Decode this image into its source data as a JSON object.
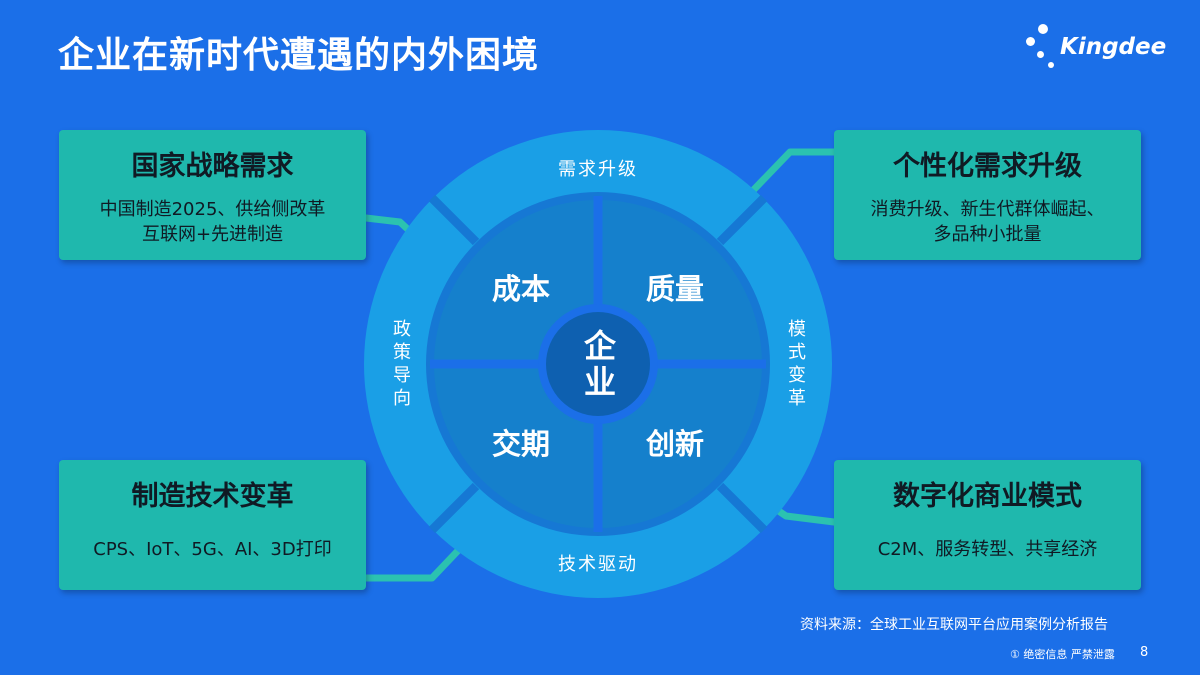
{
  "title": "企业在新时代遭遇的内外困境",
  "brand": {
    "name": "Kingdee"
  },
  "colors": {
    "background": "#1b6fe8",
    "card": "#1fb8ad",
    "ring_outer": "#1a9fe6",
    "ring_inner": "#1580cc",
    "center": "#0e60b0",
    "connector": "#2bc2b0"
  },
  "diagram": {
    "center": [
      "企",
      "业"
    ],
    "quadrants": [
      "成本",
      "质量",
      "交期",
      "创新"
    ],
    "ring_labels": {
      "top": "需求升级",
      "left": "政策导向",
      "right": "模式变革",
      "bottom": "技术驱动"
    }
  },
  "cards": {
    "top_left": {
      "title": "国家战略需求",
      "text": "中国制造2025、供给侧改革\n互联网+先进制造"
    },
    "top_right": {
      "title": "个性化需求升级",
      "text": "消费升级、新生代群体崛起、\n多品种小批量"
    },
    "bottom_left": {
      "title": "制造技术变革",
      "text": "CPS、IoT、5G、AI、3D打印"
    },
    "bottom_right": {
      "title": "数字化商业模式",
      "text": "C2M、服务转型、共享经济"
    }
  },
  "footer": {
    "source": "资料来源：全球工业互联网平台应用案例分析报告",
    "confidential": "① 绝密信息 严禁泄露",
    "page_number": "8"
  }
}
